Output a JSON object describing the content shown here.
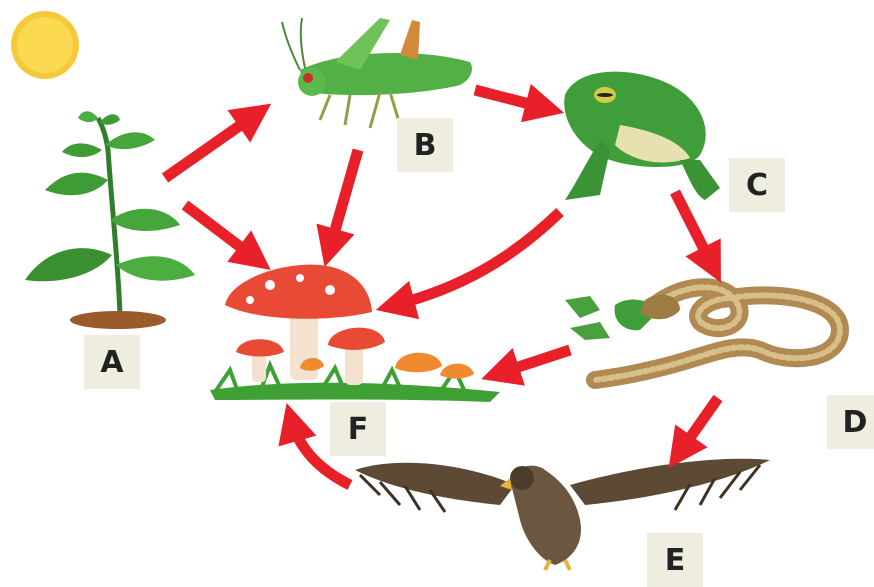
{
  "colors": {
    "arrow": "#e8202a",
    "sun": "#f6c93a",
    "label_bg": "#efece0",
    "plant": "#3f9b35",
    "grasshopper": "#52b046",
    "frog": "#3f9d3a",
    "snake": "#b08a52",
    "eagle": "#5c4a35",
    "mushroom_cap": "#e94a36"
  },
  "labels": {
    "A": "A",
    "B": "B",
    "C": "C",
    "D": "D",
    "E": "E",
    "F": "F"
  },
  "icons": {
    "sun": "sun-icon",
    "plant": "plant-icon",
    "grasshopper": "grasshopper-icon",
    "frog": "frog-icon",
    "snake": "snake-icon",
    "eagle": "eagle-icon",
    "mushrooms": "mushrooms-icon"
  },
  "arrows": [
    {
      "from": "A",
      "to": "B"
    },
    {
      "from": "A",
      "to": "F"
    },
    {
      "from": "B",
      "to": "C"
    },
    {
      "from": "B",
      "to": "F"
    },
    {
      "from": "C",
      "to": "F"
    },
    {
      "from": "C",
      "to": "D"
    },
    {
      "from": "D",
      "to": "F"
    },
    {
      "from": "D",
      "to": "E"
    },
    {
      "from": "E",
      "to": "F"
    }
  ]
}
